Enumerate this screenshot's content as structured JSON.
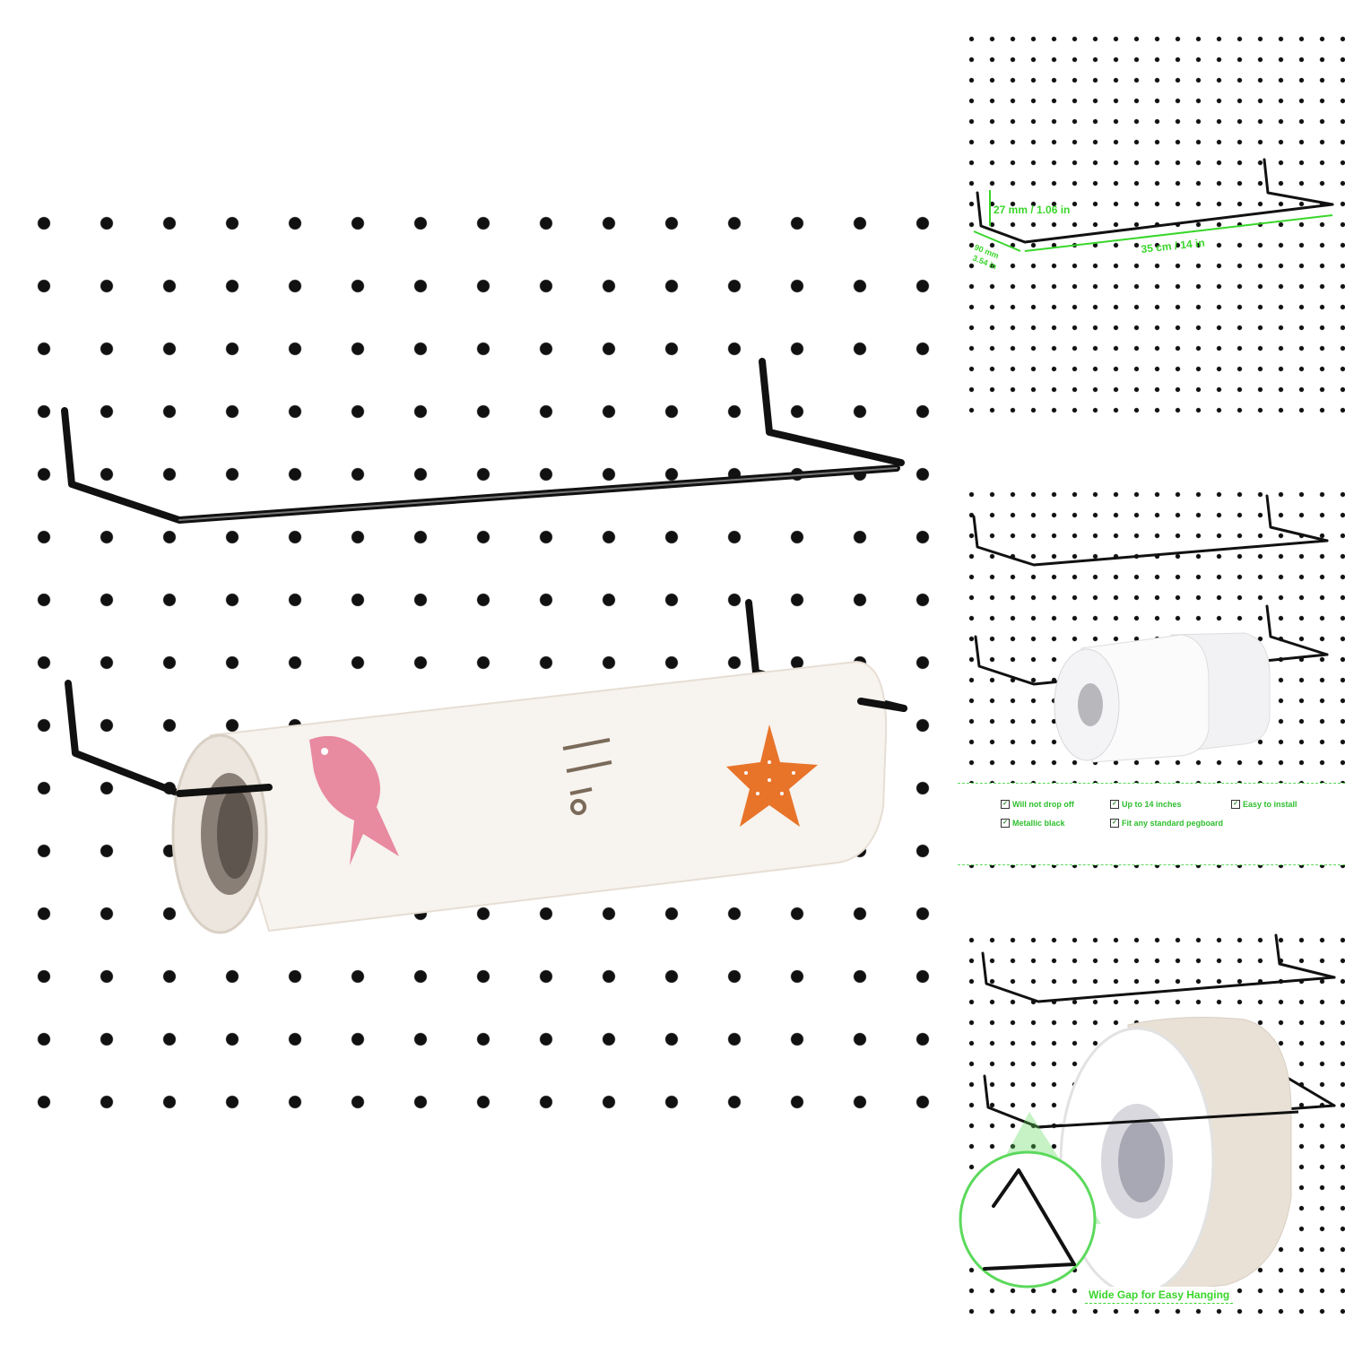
{
  "dimensions": {
    "height_label": "27 mm / 1.06 in",
    "length_label": "35 cm / 14 in",
    "depth_label_mm": "90 mm",
    "depth_label_in": "3.54 in"
  },
  "features": [
    {
      "label": "Will not drop off"
    },
    {
      "label": "Up to 14 inches"
    },
    {
      "label": "Easy to install"
    },
    {
      "label": "Metallic black"
    },
    {
      "label": "Fit any standard pegboard"
    }
  ],
  "callout": {
    "gap_label": "Wide Gap for Easy Hanging"
  },
  "colors": {
    "accent_green": "#39d62b",
    "wire": "#111111",
    "starfish": "#e8742a",
    "fish": "#e88aa0"
  },
  "icons": [
    "check-icon",
    "pegboard",
    "paper-towel-holder",
    "paper-towel-roll",
    "toilet-paper-roll",
    "magnifier-callout"
  ]
}
